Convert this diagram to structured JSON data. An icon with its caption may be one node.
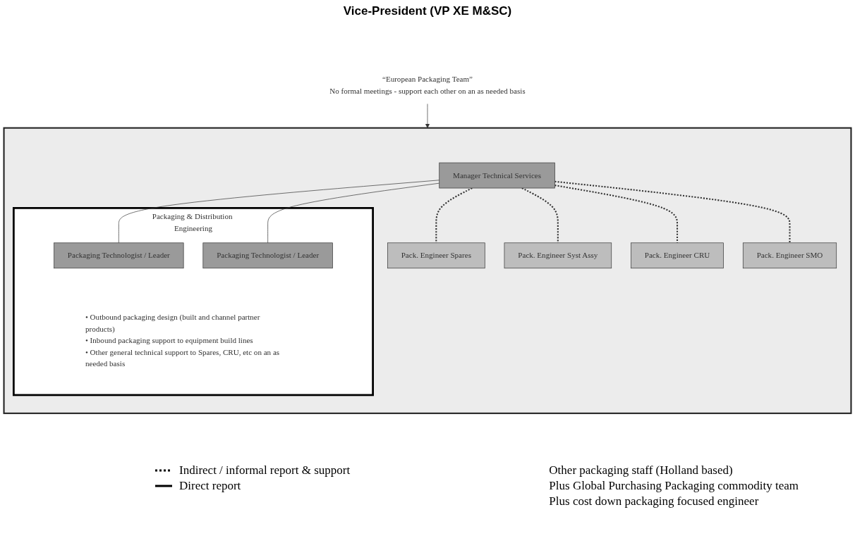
{
  "diagram": {
    "title": "Vice-President (VP XE M&SC)",
    "nodes": [
      {
        "text": [],
        "shape": "box"
      },
      {
        "text": [
          "Manager Technical Services"
        ],
        "in": 0
      },
      {
        "text": [
          "Packaging & Distribution Engineering",
          "• Outbound packaging design (built and channel partner products)",
          "• Inbound packaging support to equipment build lines",
          "• Other general technical support to Spares, CRU, etc on an as needed basis"
        ],
        "in": 0
      },
      {
        "text": [
          "Packaging Technologist / Leader"
        ],
        "in": 2
      },
      {
        "text": [
          "Packaging Technologist / Leader"
        ],
        "in": 2
      },
      {
        "text": [
          "Pack. Engineer Spares"
        ],
        "in": 0
      },
      {
        "text": [
          "Pack. Engineer Syst Assy"
        ],
        "in": 0
      },
      {
        "text": [
          "Pack. Engineer CRU"
        ],
        "in": 0
      },
      {
        "text": [
          "Pack. Engineer SMO"
        ],
        "in": 0
      },
      {
        "text": [
          "“European Packaging Team”",
          "No formal meetings - support each other on an as needed basis"
        ]
      }
    ],
    "edges": [
      {
        "from": 1,
        "to": 3,
        "arrow": "none"
      },
      {
        "from": 1,
        "to": 4,
        "arrow": "none"
      },
      {
        "from": 1,
        "to": 5,
        "arrow": "none",
        "style": "dashed"
      },
      {
        "from": 1,
        "to": 6,
        "arrow": "none",
        "style": "dashed"
      },
      {
        "from": 1,
        "to": 7,
        "arrow": "none",
        "style": "dashed"
      },
      {
        "from": 1,
        "to": 8,
        "arrow": "none",
        "style": "dashed"
      },
      {
        "from": 9,
        "to": 0,
        "arrow": "to"
      }
    ],
    "labels": [
      "Other packaging staff (Holland based)",
      "Plus Global Purchasing Packaging commodity team",
      "Plus cost down packaging focused engineer"
    ],
    "legend": [
      {
        "text": "Indirect / informal report & support"
      },
      {
        "text": "Direct report"
      }
    ]
  }
}
